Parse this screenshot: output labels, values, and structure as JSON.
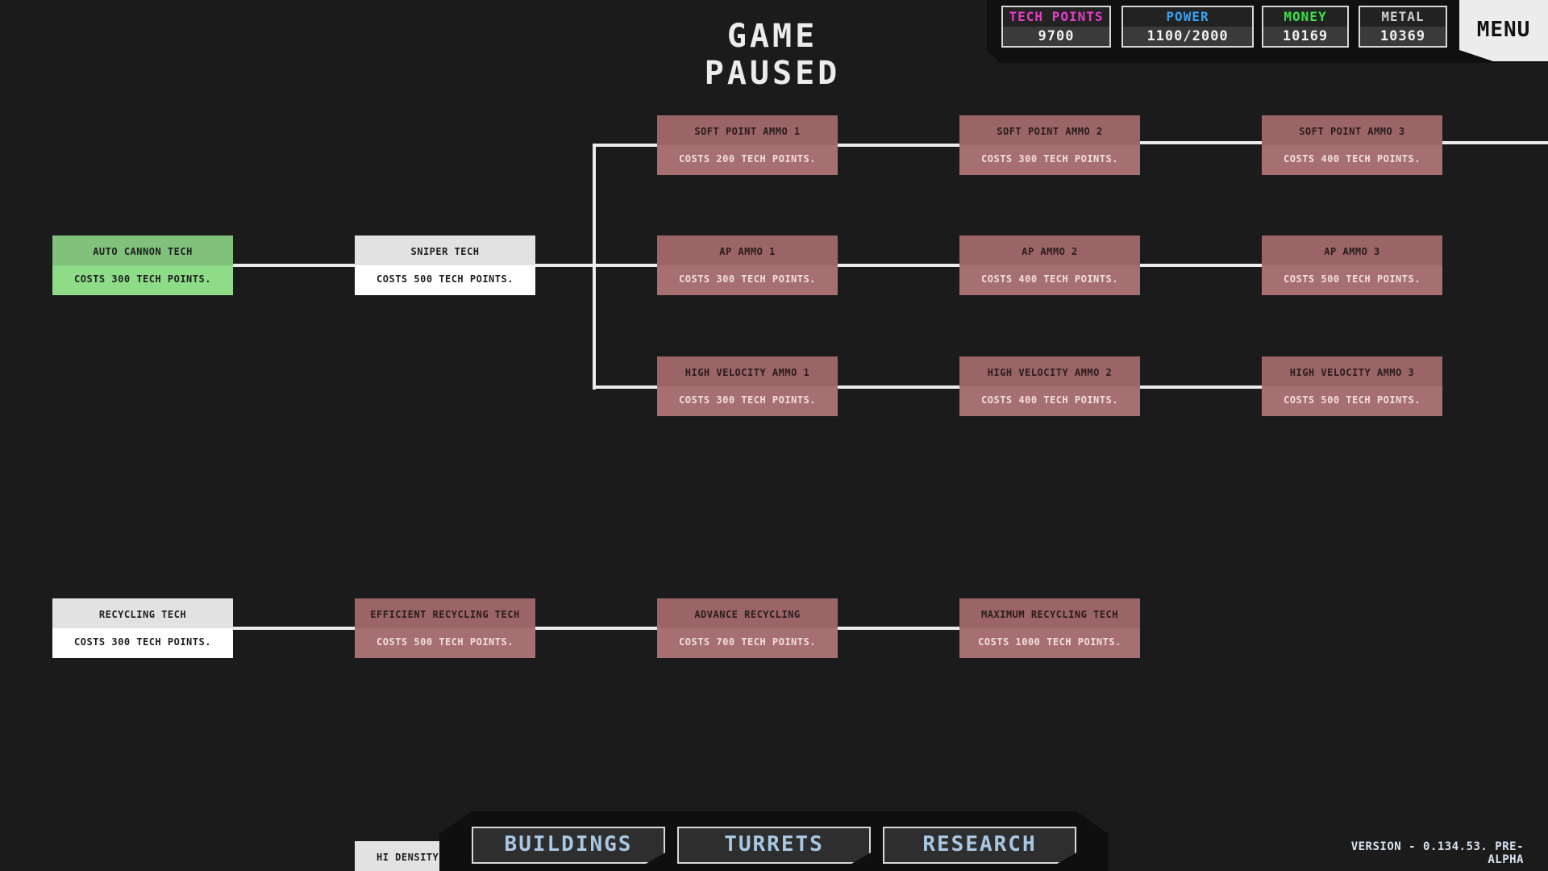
{
  "header": {
    "title": "GAME PAUSED",
    "menu_label": "MENU"
  },
  "resources": [
    {
      "label": "TECH POINTS",
      "value": "9700",
      "color": "#e63cc8"
    },
    {
      "label": "POWER",
      "value": "1100/2000",
      "color": "#3aa0f0"
    },
    {
      "label": "MONEY",
      "value": "10169",
      "color": "#3ce04a"
    },
    {
      "label": "METAL",
      "value": "10369",
      "color": "#d0d0d0"
    }
  ],
  "tech_tree": {
    "auto_cannon": {
      "name": "AUTO CANNON TECH",
      "cost": "COSTS 300 TECH POINTS.",
      "state": "researched"
    },
    "sniper": {
      "name": "SNIPER TECH",
      "cost": "COSTS 500 TECH POINTS.",
      "state": "available"
    },
    "soft_point_1": {
      "name": "SOFT POINT AMMO 1",
      "cost": "COSTS 200 TECH POINTS.",
      "state": "locked"
    },
    "soft_point_2": {
      "name": "SOFT POINT AMMO 2",
      "cost": "COSTS 300 TECH POINTS.",
      "state": "locked"
    },
    "soft_point_3": {
      "name": "SOFT POINT AMMO 3",
      "cost": "COSTS 400 TECH POINTS.",
      "state": "locked"
    },
    "ap_1": {
      "name": "AP AMMO 1",
      "cost": "COSTS 300 TECH POINTS.",
      "state": "locked"
    },
    "ap_2": {
      "name": "AP AMMO 2",
      "cost": "COSTS 400 TECH POINTS.",
      "state": "locked"
    },
    "ap_3": {
      "name": "AP AMMO 3",
      "cost": "COSTS 500 TECH POINTS.",
      "state": "locked"
    },
    "hv_1": {
      "name": "HIGH VELOCITY AMMO 1",
      "cost": "COSTS 300 TECH POINTS.",
      "state": "locked"
    },
    "hv_2": {
      "name": "HIGH VELOCITY AMMO 2",
      "cost": "COSTS 400 TECH POINTS.",
      "state": "locked"
    },
    "hv_3": {
      "name": "HIGH VELOCITY AMMO 3",
      "cost": "COSTS 500 TECH POINTS.",
      "state": "locked"
    },
    "recycling": {
      "name": "RECYCLING TECH",
      "cost": "COSTS 300 TECH POINTS.",
      "state": "available"
    },
    "efficient_recycling": {
      "name": "EFFICIENT RECYCLING TECH",
      "cost": "COSTS 500 TECH POINTS.",
      "state": "locked"
    },
    "advance_recycling": {
      "name": "ADVANCE RECYCLING",
      "cost": "COSTS 700 TECH POINTS.",
      "state": "locked"
    },
    "maximum_recycling": {
      "name": "MAXIMUM RECYCLING TECH",
      "cost": "COSTS 1000 TECH POINTS.",
      "state": "locked"
    },
    "hi_density": {
      "name": "HI DENSITY F",
      "state": "available"
    }
  },
  "bottom_tabs": {
    "buildings": "BUILDINGS",
    "turrets": "TURRETS",
    "research": "RESEARCH"
  },
  "version": "VERSION - 0.134.53. PRE-ALPHA"
}
